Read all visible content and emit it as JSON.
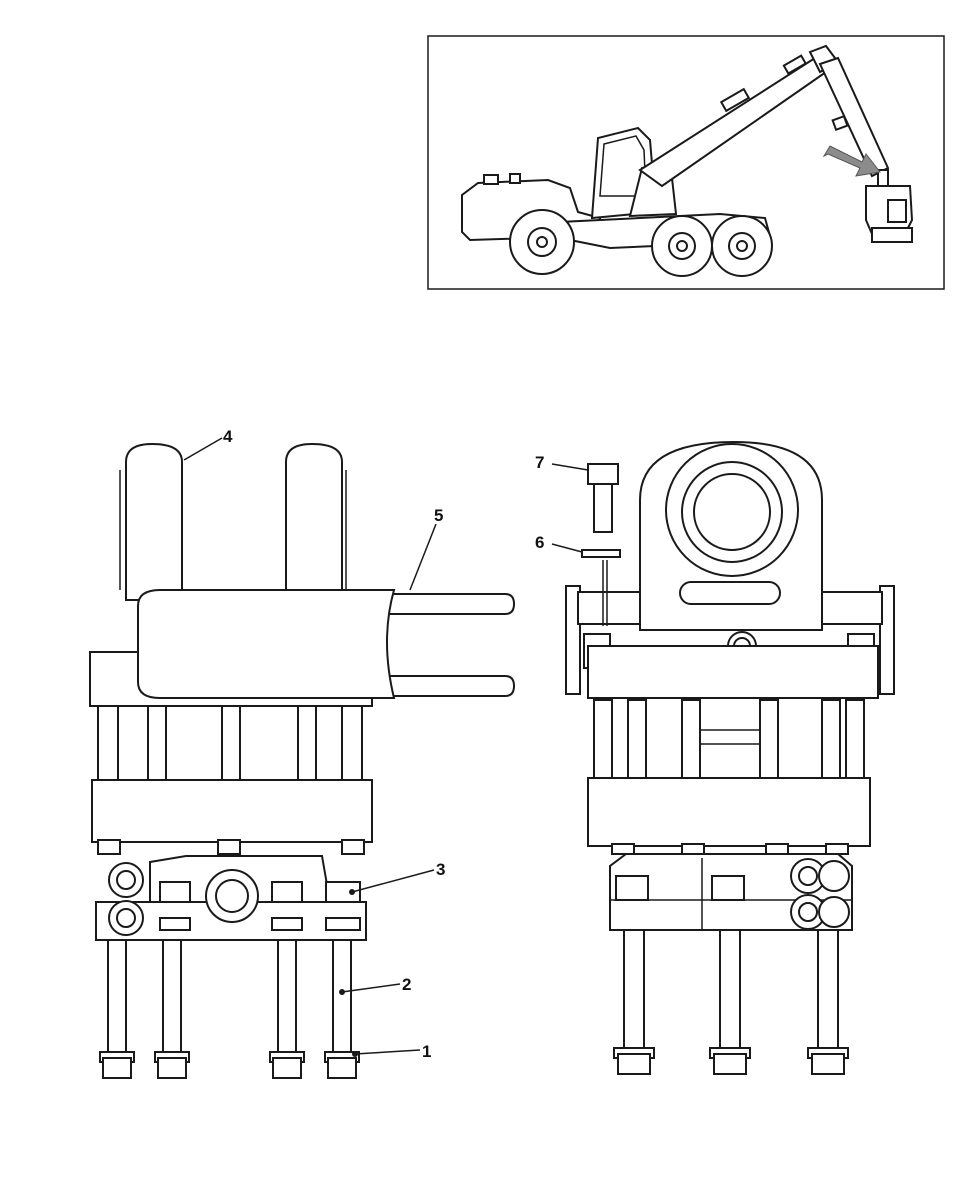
{
  "callouts": [
    {
      "id": "1",
      "label": "1"
    },
    {
      "id": "2",
      "label": "2"
    },
    {
      "id": "3",
      "label": "3"
    },
    {
      "id": "4",
      "label": "4"
    },
    {
      "id": "5",
      "label": "5"
    },
    {
      "id": "6",
      "label": "6"
    },
    {
      "id": "7",
      "label": "7"
    }
  ],
  "colors": {
    "line": "#1a1a1a",
    "fill": "#ffffff",
    "arrow": "#8c8c8c"
  }
}
